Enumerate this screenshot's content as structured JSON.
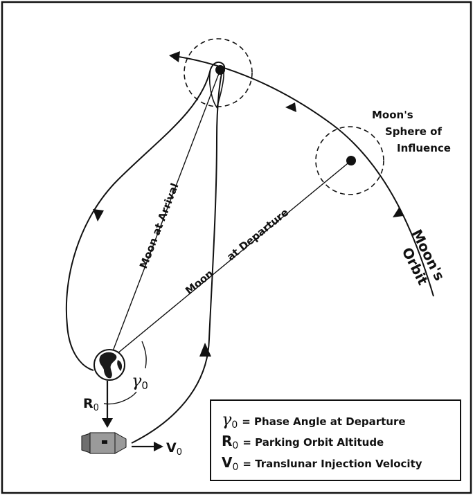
{
  "diagram": {
    "moons_orbit_label": [
      "Moon's",
      "Orbit"
    ],
    "sphere_label": [
      "Moon's",
      "Sphere of",
      "Influence"
    ],
    "moon_at_arrival": "Moon at Arrival",
    "moon_at_departure_1": "Moon",
    "moon_at_departure_2": "at Departure",
    "gamma0_symbol": "γ",
    "gamma0_sub": "0",
    "r0_symbol": "R",
    "r0_sub": "0",
    "v0_symbol": "V",
    "v0_sub": "0"
  },
  "legend": {
    "items": [
      {
        "sym": "γ",
        "sub": "0",
        "text": "= Phase Angle at Departure"
      },
      {
        "sym": "R",
        "sub": "0",
        "text": "= Parking Orbit Altitude"
      },
      {
        "sym": "V",
        "sub": "0",
        "text": "= Translunar Injection Velocity"
      }
    ]
  },
  "colors": {
    "ink": "#111111",
    "earth_land": "#1a1a1a",
    "spacecraft": "#9a9a9a"
  },
  "icons": [
    "earth-icon",
    "spacecraft-icon",
    "moon-icon"
  ]
}
